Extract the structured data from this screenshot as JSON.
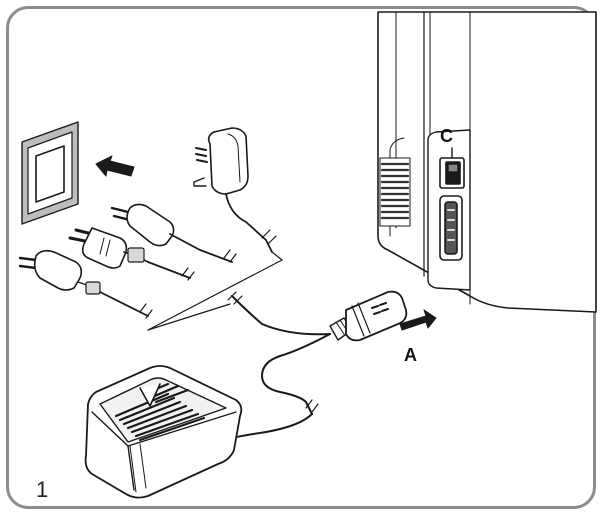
{
  "figure": {
    "step_number": "1",
    "labels": {
      "a": "A",
      "c": "C"
    }
  },
  "colors": {
    "frame": "#8c8c8c",
    "line": "#1a1a1a",
    "fill_light": "#f2f2f2",
    "fill_mid": "#d9d9d9",
    "fill_dark": "#444444"
  }
}
